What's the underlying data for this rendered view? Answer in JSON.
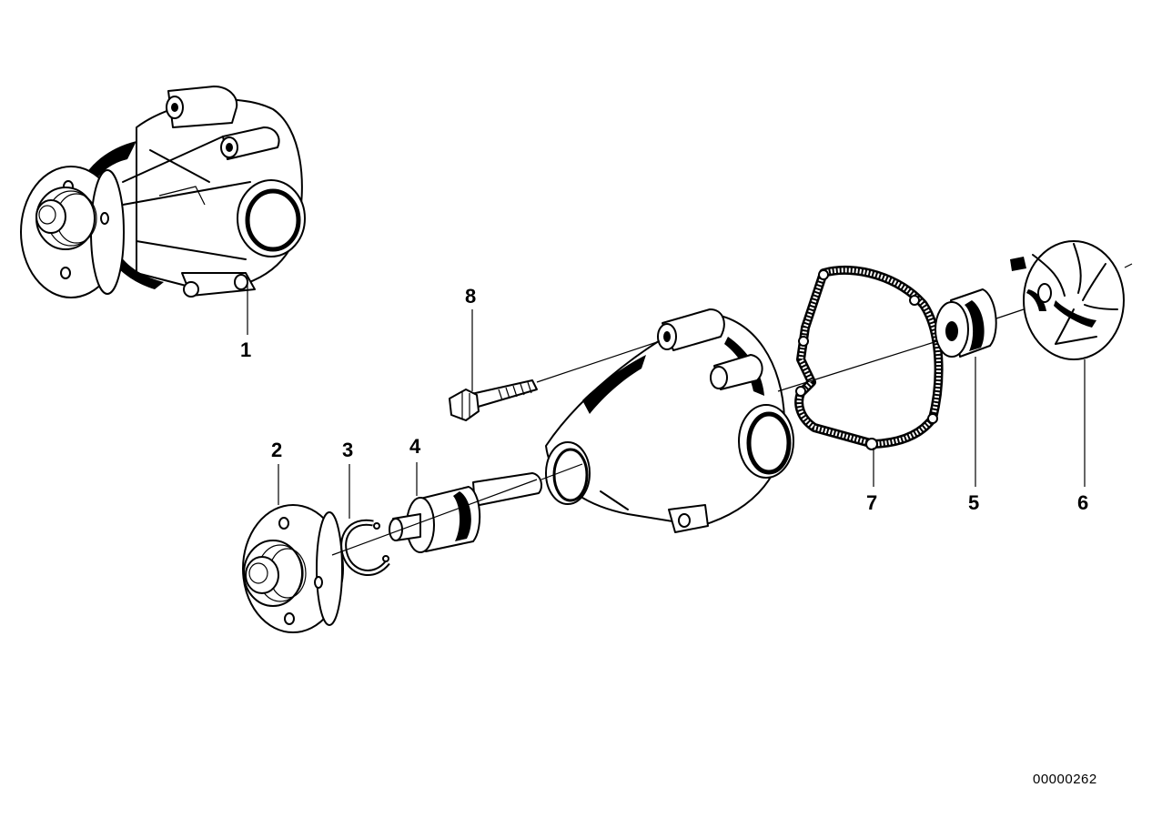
{
  "parts": [
    {
      "id": "water-pump-assembly",
      "label": "1"
    },
    {
      "id": "hub",
      "label": "2"
    },
    {
      "id": "circlip",
      "label": "3"
    },
    {
      "id": "bearing-shaft",
      "label": "4"
    },
    {
      "id": "slide-ring-seal",
      "label": "5"
    },
    {
      "id": "impeller",
      "label": "6"
    },
    {
      "id": "gasket",
      "label": "7"
    },
    {
      "id": "bolt",
      "label": "8"
    }
  ],
  "diagram_id": "00000262"
}
